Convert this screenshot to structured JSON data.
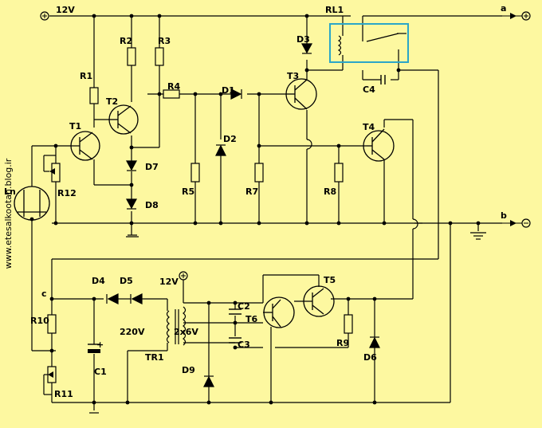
{
  "colors": {
    "background": "#fdf8a0",
    "wire": "#000000",
    "highlight": "#2aa6c8"
  },
  "watermark": "www.etesalkootah.blog.ir",
  "supply": {
    "top_label": "12V",
    "lower_label": "12V",
    "mains_label": "220V",
    "secondary_label": "2x6V"
  },
  "terminals": {
    "a": "a",
    "b": "b",
    "c": "c"
  },
  "components": {
    "R1": "R1",
    "R2": "R2",
    "R3": "R3",
    "R4": "R4",
    "R5": "R5",
    "R7": "R7",
    "R8": "R8",
    "R9": "R9",
    "R10": "R10",
    "R11": "R11",
    "R12": "R12",
    "T1": "T1",
    "T2": "T2",
    "T3": "T3",
    "T4": "T4",
    "T5": "T5",
    "T6": "T6",
    "D1": "D1",
    "D2": "D2",
    "D3": "D3",
    "D4": "D4",
    "D5": "D5",
    "D6": "D6",
    "D7": "D7",
    "D8": "D8",
    "D9": "D9",
    "C1": "C1",
    "C2": "C2",
    "C3": "C3",
    "C4": "C4",
    "RL1": "RL1",
    "TR1": "TR1",
    "Ln": "Ln"
  }
}
